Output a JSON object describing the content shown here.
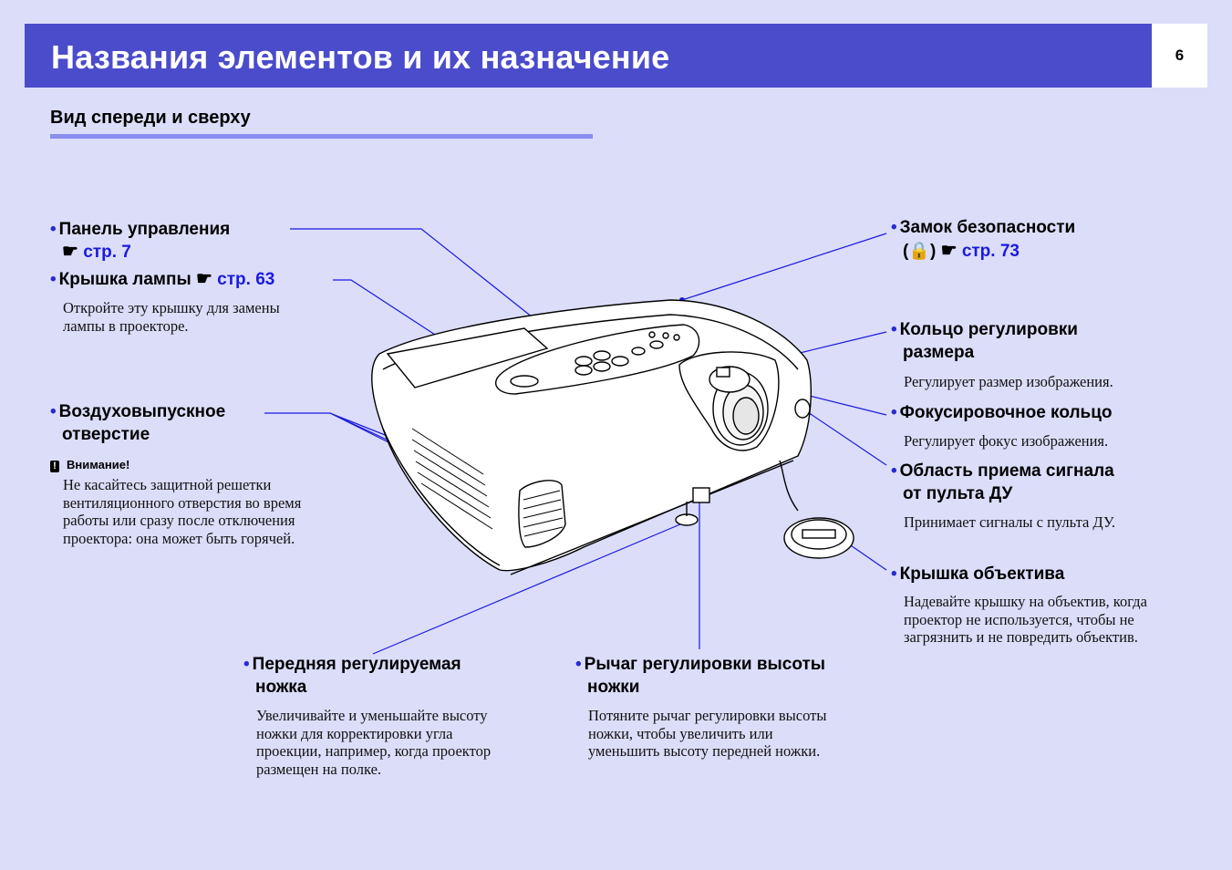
{
  "header": {
    "title": "Названия элементов и их назначение",
    "page_number": "6"
  },
  "section": {
    "title": "Вид спереди и сверху"
  },
  "labels": {
    "control_panel": {
      "title": "Панель управления",
      "ref_prefix": "☛",
      "ref": "стр. 7"
    },
    "lamp_cover": {
      "title": "Крышка лампы",
      "ref_prefix": "☛",
      "ref": "стр. 63",
      "desc_1": "Откройте эту крышку для замены",
      "desc_2": "лампы в проекторе."
    },
    "air_exhaust": {
      "title_1": "Воздуховыпускное",
      "title_2": "отверстие"
    },
    "warning": {
      "title": "Внимание!",
      "line_1": "Не касайтесь защитной решетки",
      "line_2": "вентиляционного отверстия во время",
      "line_3": "работы или сразу после отключения",
      "line_4": "проектора: она может быть горячей."
    },
    "security_lock": {
      "title": "Замок безопасности",
      "symbol": "(🔒)",
      "ref_prefix": "☛",
      "ref": "стр. 73"
    },
    "zoom_ring": {
      "title_1": "Кольцо регулировки",
      "title_2": "размера",
      "desc": "Регулирует размер изображения."
    },
    "focus_ring": {
      "title": "Фокусировочное кольцо",
      "desc": "Регулирует фокус изображения."
    },
    "remote_receiver": {
      "title_1": "Область приема сигнала",
      "title_2": "от пульта ДУ",
      "desc": "Принимает сигналы с пульта ДУ."
    },
    "lens_cover": {
      "title": "Крышка объектива",
      "desc_1": "Надевайте крышку на объектив, когда",
      "desc_2": "проектор не используется, чтобы не",
      "desc_3": "загрязнить и не повредить объектив."
    },
    "front_foot": {
      "title_1": "Передняя регулируемая",
      "title_2": "ножка",
      "desc_1": "Увеличивайте и уменьшайте высоту",
      "desc_2": "ножки для корректировки угла",
      "desc_3": "проекции, например, когда проектор",
      "desc_4": "размещен на полке."
    },
    "foot_lever": {
      "title_1": "Рычаг регулировки высоты",
      "title_2": "ножки",
      "desc_1": "Потяните рычаг регулировки высоты",
      "desc_2": "ножки, чтобы увеличить или",
      "desc_3": "уменьшить высоту передней ножки."
    }
  },
  "colors": {
    "header_bg": "#4b4ccb",
    "page_bg": "#dcddf9",
    "accent_rule": "#8b8cf0",
    "link": "#1a1add",
    "leader_line": "#1a1add"
  }
}
